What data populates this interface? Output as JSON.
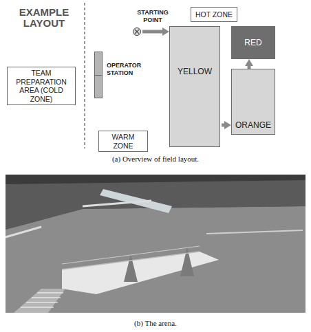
{
  "diagram": {
    "title": "EXAMPLE LAYOUT",
    "nodes": [
      {
        "text": [
          "TEAM PREPARATION AREA (COLD ZONE)"
        ]
      },
      {
        "text": [
          "STARTING POINT"
        ]
      },
      {
        "text": [
          "OPERATOR STATION"
        ]
      },
      {
        "text": [
          "WARM ZONE"
        ]
      },
      {
        "text": [
          "HOT ZONE"
        ]
      },
      {
        "text": [
          "YELLOW"
        ]
      },
      {
        "text": [
          "RED"
        ]
      },
      {
        "text": [
          "ORANGE"
        ]
      }
    ],
    "edges": [
      {
        "from": 1,
        "to": 5,
        "arrow": "to"
      },
      {
        "from": 5,
        "to": 7,
        "arrow": "to"
      },
      {
        "from": 7,
        "to": 6,
        "arrow": "to"
      }
    ],
    "labels": [
      "(a) Overview of field layout.",
      "(b) The arena."
    ]
  }
}
